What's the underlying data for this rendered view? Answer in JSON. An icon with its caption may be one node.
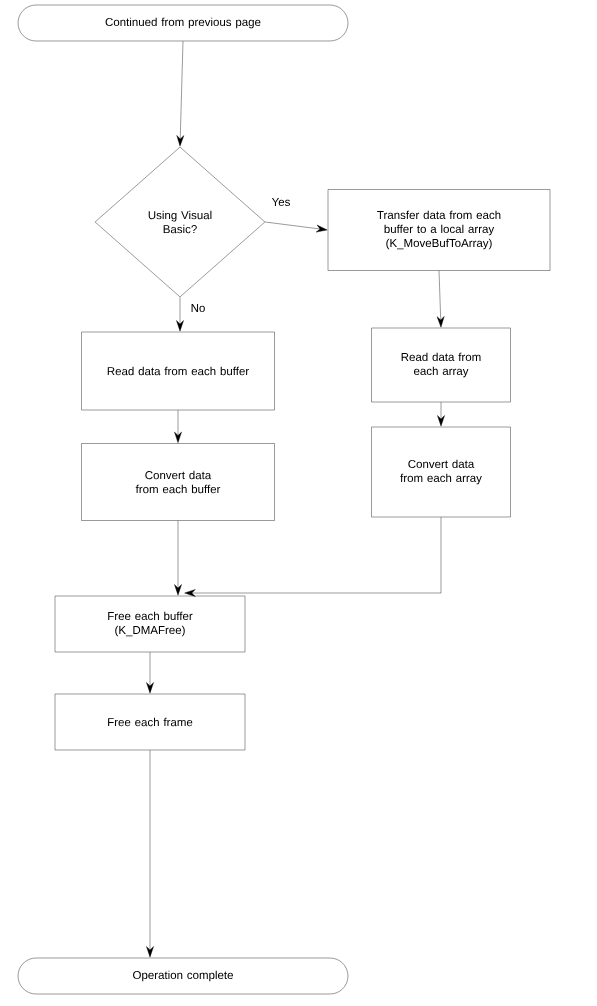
{
  "diagram": {
    "nodes": [
      {
        "text": [
          "Continued from previous page"
        ]
      },
      {
        "text": [
          "Using Visual Basic?"
        ]
      },
      {
        "text": [
          "Transfer data from each buffer to a local array",
          "(K_MoveBufToArray)"
        ]
      },
      {
        "text": [
          "Read data from each buffer"
        ]
      },
      {
        "text": [
          "Read data from each array"
        ]
      },
      {
        "text": [
          "Convert data from each array"
        ]
      },
      {
        "text": [
          "Convert data from each buffer"
        ]
      },
      {
        "text": [
          "Free each buffer",
          "(K_DMAFree)"
        ]
      },
      {
        "text": [
          "Free each frame"
        ]
      },
      {
        "text": [
          "Operation complete"
        ]
      }
    ],
    "edges": [
      {
        "from": 0,
        "to": 1,
        "arrow": "to"
      },
      {
        "from": 1,
        "to": 2,
        "arrow": "to",
        "label": "Yes"
      },
      {
        "from": 1,
        "to": 3,
        "arrow": "to",
        "label": "No"
      },
      {
        "from": 2,
        "to": 4,
        "arrow": "to"
      },
      {
        "from": 4,
        "to": 5,
        "arrow": "to"
      },
      {
        "from": 3,
        "to": 6,
        "arrow": "to"
      },
      {
        "from": 6,
        "to": 7,
        "arrow": "to"
      },
      {
        "from": 5,
        "to": 7,
        "arrow": "to"
      },
      {
        "from": 7,
        "to": 8,
        "arrow": "to"
      },
      {
        "from": 8,
        "to": 9,
        "arrow": "to"
      }
    ]
  }
}
